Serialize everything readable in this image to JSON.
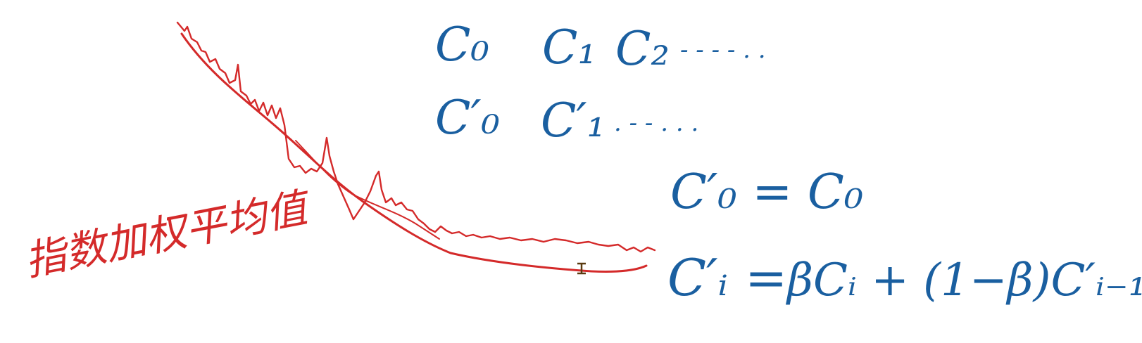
{
  "canvas": {
    "background": "#ffffff"
  },
  "colors": {
    "blue_ink": "#1a5fa0",
    "red_ink": "#d42a2a"
  },
  "sequence_raw": {
    "c0": "C₀",
    "c1": "C₁",
    "c2": "C₂",
    "dots": "- - - - . ."
  },
  "sequence_smoothed": {
    "c0p": "C′₀",
    "c1p": "C′₁",
    "dots": ". - - . . ."
  },
  "equations": {
    "init": "C′₀ = C₀",
    "recur_lhs": "C′ᵢ",
    "recur_eq": "=",
    "recur_rhs": "βCᵢ + (1−β)C′ᵢ₋₁"
  },
  "annotation": {
    "label": "指数加权平均值"
  },
  "icons": {
    "cursor": "text-cursor-icon"
  }
}
